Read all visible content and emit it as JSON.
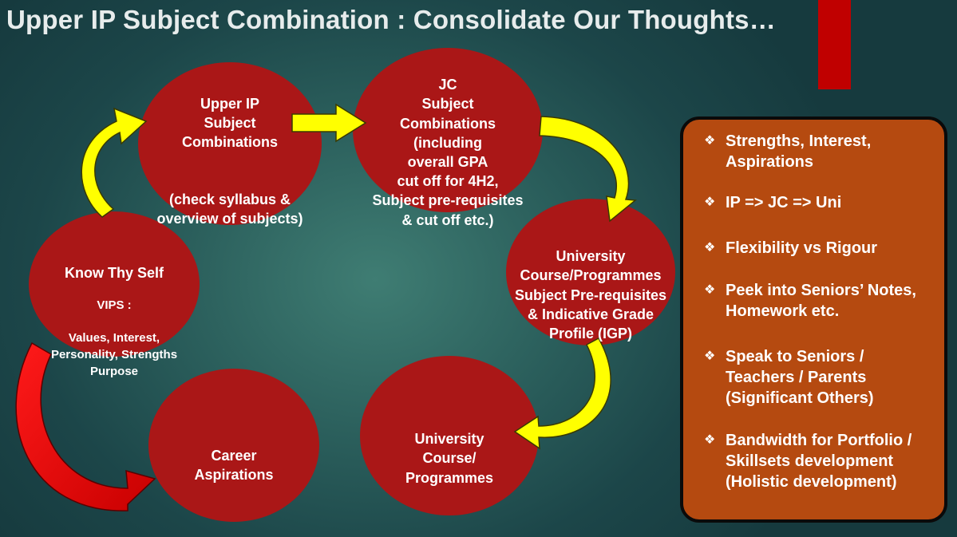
{
  "slide": {
    "title": "Upper IP Subject Combination : Consolidate Our Thoughts…"
  },
  "colors": {
    "node_fill": "#aa1717",
    "yellow_arrow": "#ffff00",
    "red_arrow": "#e50000",
    "panel_fill": "#b54a10",
    "accent_bar": "#c00000"
  },
  "nodes": {
    "upper_ip": {
      "title": "Upper IP\nSubject\nCombinations",
      "note": "(check syllabus &\noverview of subjects)"
    },
    "jc": {
      "text": "JC\nSubject\nCombinations\n(including\noverall GPA\ncut off for 4H2,\nSubject pre-requisites\n& cut off etc.)"
    },
    "uni_prereq": {
      "text": "University\nCourse/Programmes\nSubject Pre-requisites\n& Indicative Grade\nProfile (IGP)"
    },
    "uni_course": {
      "text": "University\nCourse/\nProgrammes"
    },
    "career": {
      "text": "Career\nAspirations"
    },
    "know_self": {
      "title": "Know Thy Self",
      "vips": "VIPS :",
      "detail": "Values, Interest,\nPersonality, Strengths\nPurpose"
    }
  },
  "panel": {
    "bullet_icon": "diamond-bullet-icon",
    "items": [
      "Strengths, Interest,\nAspirations",
      "IP => JC => Uni",
      "Flexibility vs Rigour",
      "Peek into Seniors’ Notes,\nHomework etc.",
      "Speak to Seniors /\nTeachers / Parents\n (Significant Others)",
      "Bandwidth for Portfolio /\nSkillsets development\n(Holistic development)"
    ]
  }
}
